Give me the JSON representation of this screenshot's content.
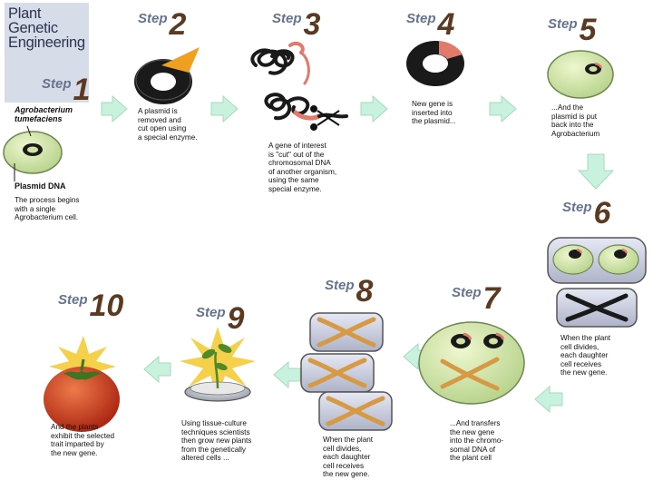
{
  "title": {
    "lines": [
      "Plant",
      "Genetic",
      "Engineering"
    ]
  },
  "step_word": "Step",
  "steps": [
    {
      "num": "1"
    },
    {
      "num": "2"
    },
    {
      "num": "3"
    },
    {
      "num": "4"
    },
    {
      "num": "5"
    },
    {
      "num": "6"
    },
    {
      "num": "7"
    },
    {
      "num": "8"
    },
    {
      "num": "9"
    },
    {
      "num": "10"
    }
  ],
  "labels": {
    "agrobacterium": "Agrobacterium\ntumefaciens",
    "plasmid_dna": "Plasmid DNA"
  },
  "captions": {
    "c1": "The process begins\nwith a single\nAgrobacterium cell.",
    "c2": "A plasmid is\nremoved and\ncut open using\na special enzyme.",
    "c3": "A gene of interest\nis \"cut\" out of the\nchromosomal DNA\nof another organism,\nusing the same\nspecial enzyme.",
    "c4": "New gene is\ninserted into\nthe plasmid...",
    "c5": "...And the\nplasmid is put\nback into the\nAgrobacterium",
    "c6": "When the plant\ncell divides,\neach daughter\ncell receives\nthe new gene.",
    "c7": "...And transfers\nthe new gene\ninto the chromo-\nsomal DNA of\nthe plant cell",
    "c8": "When the plant\ncell divides,\neach daughter\ncell receives\nthe new gene.",
    "c9": "Using tissue-culture\ntechniques scientists\nthen grow new plants\nfrom the genetically\naltered cells ...",
    "c10": "And the plants\nexhibit the selected\ntrait imparted by\nthe new gene."
  },
  "colors": {
    "arrow": "#c9f2de",
    "arrow_stroke": "#a8d8bf",
    "cell": "#d6e9a8",
    "cell_stroke": "#8aa060",
    "chromosome": "#d69a45",
    "gene": "#e07a6a",
    "dark": "#1a1a1a",
    "title_bg": "#d7dde8",
    "tomato": "#c9381b",
    "leaf": "#4f8a2a",
    "burst": "#f5d04a"
  }
}
